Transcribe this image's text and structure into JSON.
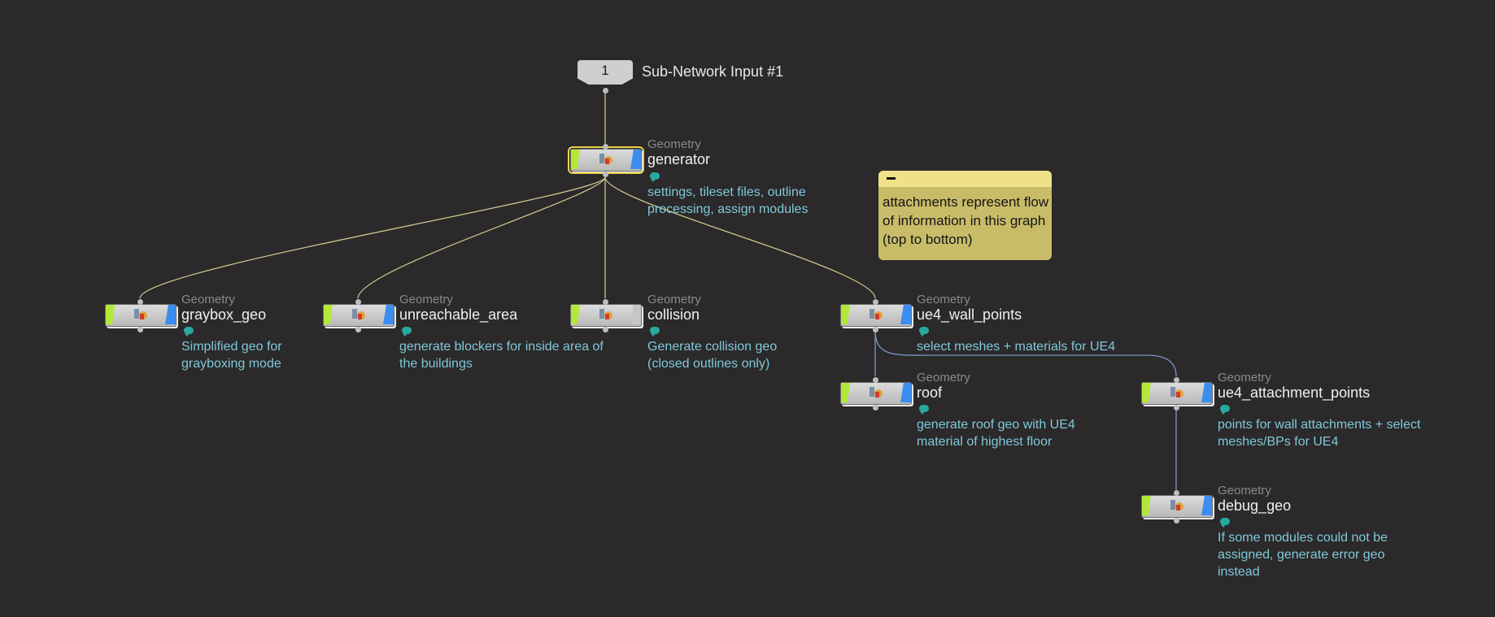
{
  "subnet_input": {
    "index": "1",
    "label": "Sub-Network Input #1"
  },
  "sticky_note": {
    "text": "attachments represent flow of information in this graph (top to bottom)"
  },
  "colors": {
    "background": "#2b292a",
    "wire_geometry": "#c7c98e",
    "wire_sop": "#7d97c4",
    "comment_text": "#7fc9da",
    "selected_outline": "#e8d24a"
  },
  "nodes": {
    "generator": {
      "type": "Geometry",
      "name": "generator",
      "comment": "settings, tileset files, outline processing, assign modules",
      "icon": "geometry-icon",
      "display_flag": true,
      "selected": true
    },
    "graybox_geo": {
      "type": "Geometry",
      "name": "graybox_geo",
      "comment": "Simplified geo for grayboxing mode",
      "icon": "geometry-icon",
      "display_flag": true
    },
    "unreachable_area": {
      "type": "Geometry",
      "name": "unreachable_area",
      "comment": "generate blockers for inside area of the buildings",
      "icon": "geometry-icon",
      "display_flag": true
    },
    "collision": {
      "type": "Geometry",
      "name": "collision",
      "comment": "Generate collision geo (closed outlines only)",
      "icon": "geometry-icon",
      "display_flag": false
    },
    "ue4_wall_points": {
      "type": "Geometry",
      "name": "ue4_wall_points",
      "comment": "select meshes + materials for UE4",
      "icon": "geometry-icon",
      "display_flag": true
    },
    "roof": {
      "type": "Geometry",
      "name": "roof",
      "comment": "generate roof geo with UE4 material of highest floor",
      "icon": "geometry-icon",
      "display_flag": true
    },
    "ue4_attachment_points": {
      "type": "Geometry",
      "name": "ue4_attachment_points",
      "comment": "points for wall attachments + select meshes/BPs for UE4",
      "icon": "geometry-icon",
      "display_flag": true
    },
    "debug_geo": {
      "type": "Geometry",
      "name": "debug_geo",
      "comment": "If some modules could not be assigned, generate error geo instead",
      "icon": "geometry-icon",
      "display_flag": true
    }
  }
}
